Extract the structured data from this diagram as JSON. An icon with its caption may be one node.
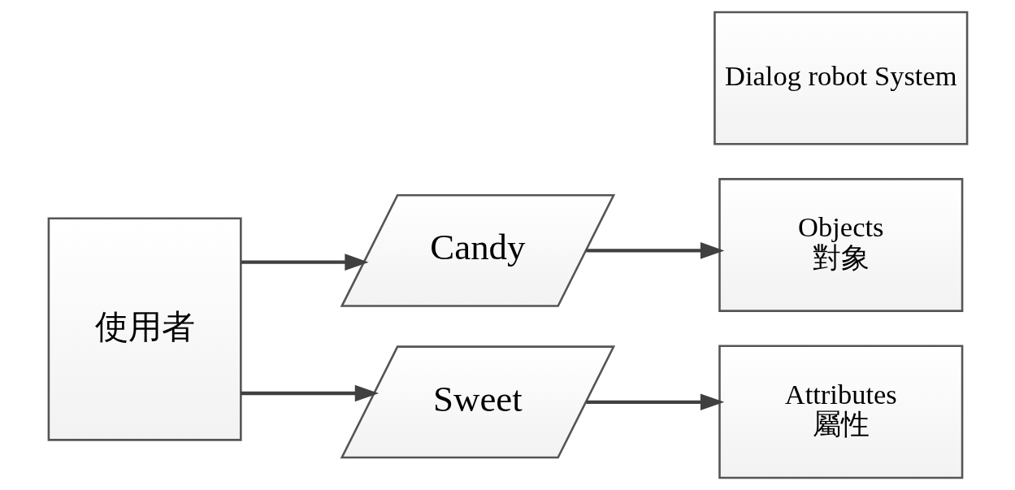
{
  "diagram": {
    "nodes": [
      {
        "text": [
          "使用者"
        ]
      },
      {
        "text": [
          "Candy"
        ]
      },
      {
        "text": [
          "Sweet"
        ]
      },
      {
        "text": [
          "Dialog robot System"
        ]
      },
      {
        "text": [
          "Objects",
          "對象"
        ]
      },
      {
        "text": [
          "Attributes",
          "屬性"
        ]
      }
    ],
    "edges": [
      {
        "from": 0,
        "to": 1,
        "arrow": "to"
      },
      {
        "from": 0,
        "to": 2,
        "arrow": "to"
      },
      {
        "from": 1,
        "to": 4,
        "arrow": "to"
      },
      {
        "from": 2,
        "to": 5,
        "arrow": "to"
      }
    ]
  }
}
